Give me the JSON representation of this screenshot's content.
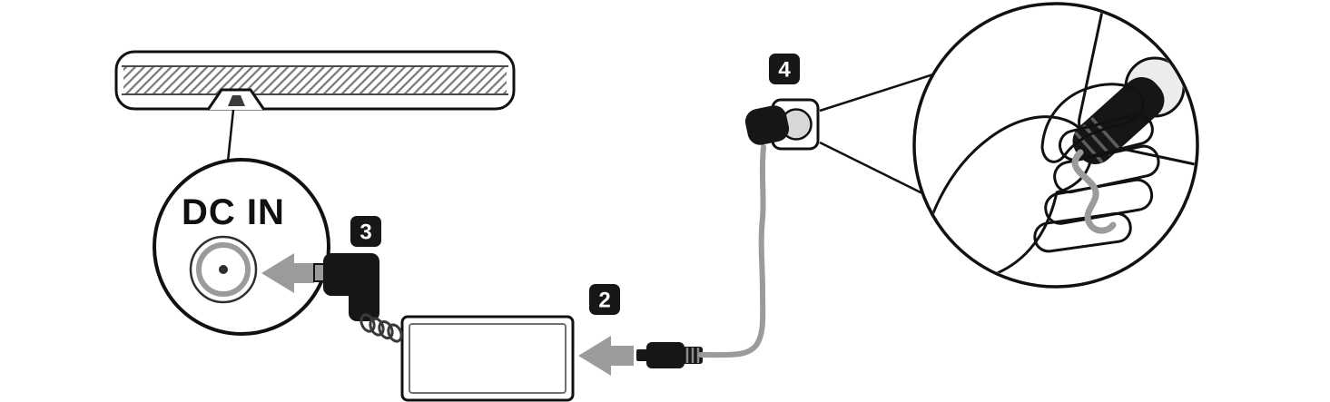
{
  "diagram": {
    "labels": {
      "dc_in": "DC IN",
      "step_2": "2",
      "step_3": "3",
      "step_4": "4"
    },
    "colors": {
      "background": "#ffffff",
      "outline": "#111111",
      "soundbar": "#9b9b9b",
      "adapter": "#8e8e8e",
      "arrow": "#9b9b9b",
      "cord": "#9b9b9b",
      "plug": "#161616",
      "badge_bg": "#171717",
      "badge_text": "#ffffff"
    },
    "parts": [
      "soundbar",
      "dc-in-port-closeup",
      "dc-plug",
      "ac-adapter",
      "ac-cord-connector",
      "power-cord",
      "wall-plug",
      "wall-outlet",
      "hand-inserting-plug-closeup"
    ]
  }
}
